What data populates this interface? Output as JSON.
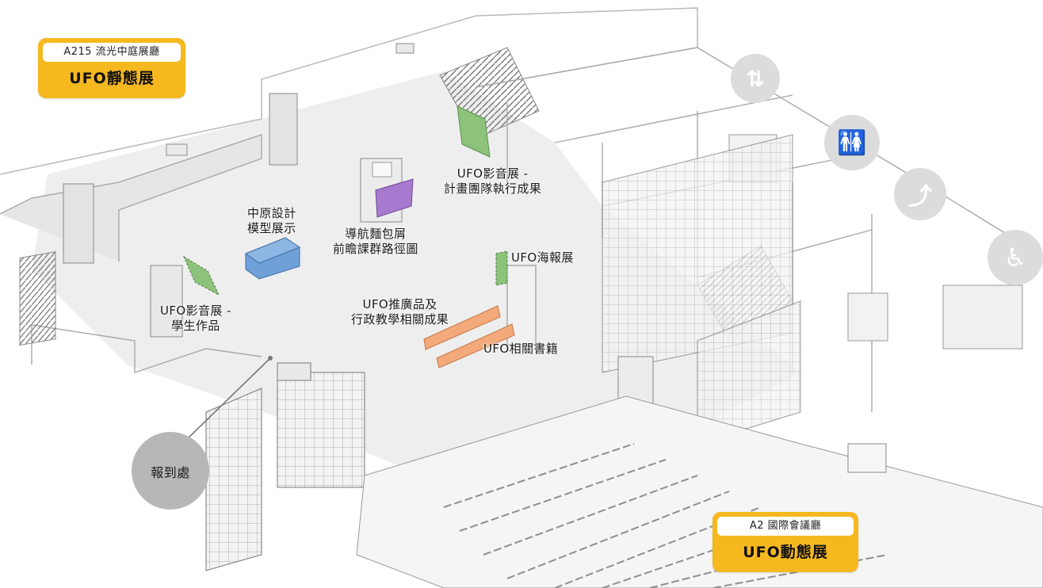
{
  "badges": {
    "a215": {
      "room": "A215 流光中庭展廳",
      "title": "UFO靜態展"
    },
    "a2": {
      "room": "A2 國際會議廳",
      "title": "UFO動態展"
    }
  },
  "exhibits": [
    {
      "id": "ufo-av-team",
      "lines": [
        "UFO影音展 -",
        "計畫團隊執行成果"
      ],
      "marker_color": "#8cc27a"
    },
    {
      "id": "design-model",
      "lines": [
        "中原設計",
        "模型展示"
      ],
      "marker_color": "#6fa0d8"
    },
    {
      "id": "navigation-map",
      "lines": [
        "導航麵包屑",
        "前瞻課群路徑圖"
      ],
      "marker_color": "#a77ad0"
    },
    {
      "id": "ufo-poster",
      "lines": [
        "UFO海報展"
      ],
      "marker_color": "#8cc27a"
    },
    {
      "id": "ufo-av-student",
      "lines": [
        "UFO影音展 -",
        "學生作品"
      ],
      "marker_color": "#8cc27a"
    },
    {
      "id": "ufo-promo",
      "lines": [
        "UFO推廣品及",
        "行政教學相關成果"
      ],
      "marker_color": "#f3a97a"
    },
    {
      "id": "ufo-books",
      "lines": [
        "UFO相關書籍"
      ],
      "marker_color": "#f3a97a"
    }
  ],
  "checkin": {
    "label": "報到處"
  },
  "icons": [
    "elevator-icon",
    "restroom-icon",
    "escalator-icon",
    "wheelchair-icon"
  ],
  "colors": {
    "badge": "#f5b81f",
    "green_marker": "#8cc27a",
    "blue_marker": "#6fa0d8",
    "purple_marker": "#a77ad0",
    "orange_marker": "#f3a97a",
    "checkin": "#b7b7b7"
  }
}
